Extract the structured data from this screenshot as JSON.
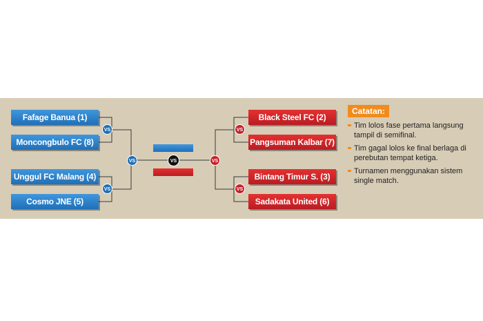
{
  "bracket": {
    "left": [
      {
        "name": "Fafage Banua (1)"
      },
      {
        "name": "Moncongbulo FC (8)"
      },
      {
        "name": "Unggul FC Malang (4)"
      },
      {
        "name": "Cosmo JNE (5)"
      }
    ],
    "right": [
      {
        "name": "Black Steel FC (2)"
      },
      {
        "name": "Pangsuman Kalbar (7)"
      },
      {
        "name": "Bintang Timur S. (3)"
      },
      {
        "name": "Sadakata United (6)"
      }
    ],
    "vs_label": "VS"
  },
  "notes": {
    "title": "Catatan:",
    "items": [
      "Tim lolos fase pertama langsung tampil di semifinal.",
      "Tim gagal lolos ke final berlaga di perebutan tempat ketiga.",
      "Turnamen menggunakan sistem single match."
    ]
  },
  "colors": {
    "blue": "#1f6fb8",
    "red": "#c8202a",
    "panel": "#d7ccb6",
    "accent": "#f08c1e"
  }
}
